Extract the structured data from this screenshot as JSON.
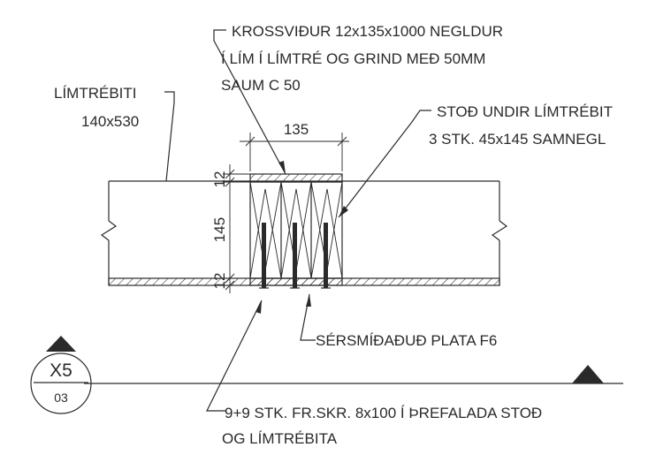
{
  "labels": {
    "krossvidur": {
      "line1": "KROSSVIÐUR 12x135x1000  NEGLDUR",
      "line2": "Í LÍM Í LÍMTRÉ OG GRIND MEÐ 50MM",
      "line3": "SAUM C 50"
    },
    "limtrebiti": {
      "line1": "LÍMTRÉBITI",
      "line2": "140x530"
    },
    "stod": {
      "line1": "STOÐ UNDIR LÍMTRÉBIT",
      "line2": "3 STK. 45x145 SAMNEGL"
    },
    "plata": "SÉRSMÍÐAÐUÐ PLATA F6",
    "skrufur": {
      "line1": "9+9 STK. FR.SKR. 8x100 Í ÞREFALADA STOÐ",
      "line2": "OG LÍMTRÉBITA"
    }
  },
  "dimensions": {
    "width": "135",
    "top_thickness": "12",
    "height": "145",
    "bottom_thickness": "12"
  },
  "section_tag": {
    "id": "X5",
    "sheet": "03"
  }
}
